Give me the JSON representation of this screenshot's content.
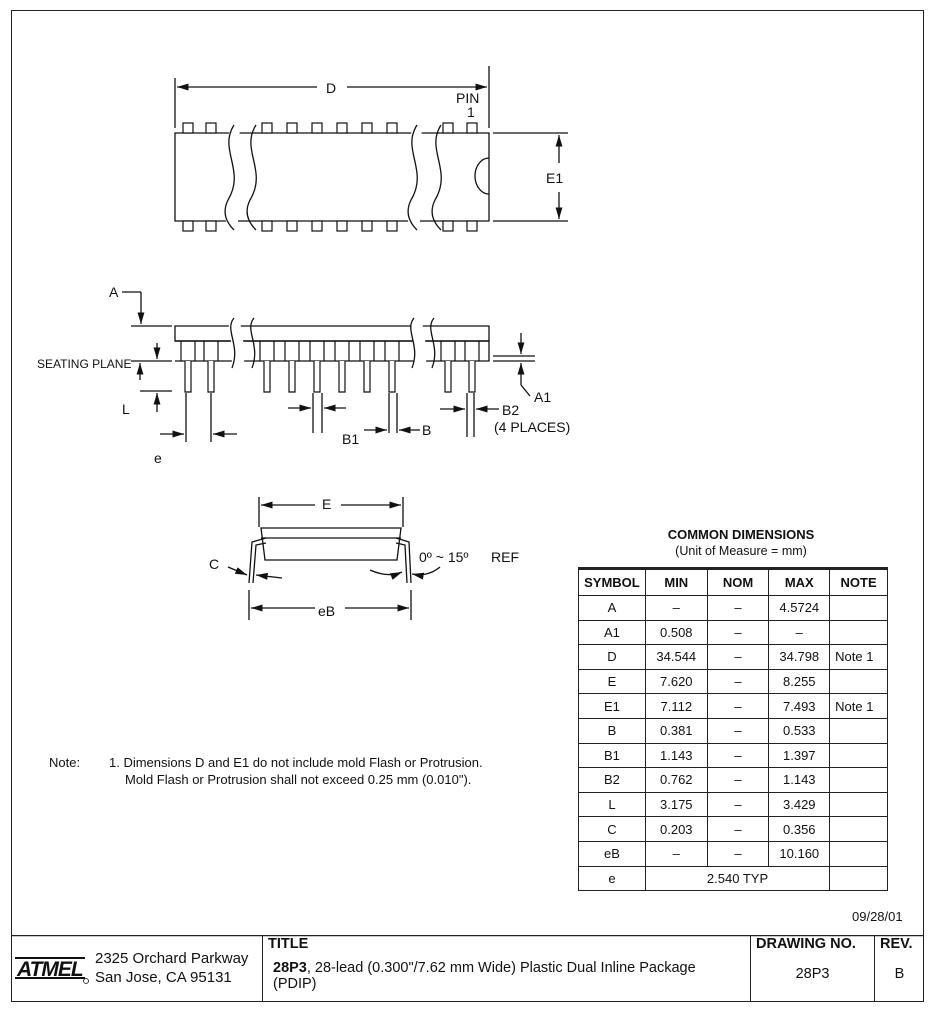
{
  "drawing": {
    "top_view": {
      "label_D": "D",
      "label_pin": "PIN",
      "label_pin_num": "1",
      "label_E1": "E1"
    },
    "side_view": {
      "label_A": "A",
      "label_seating_plane": "SEATING PLANE",
      "label_L": "L",
      "label_e": "e",
      "label_B1": "B1",
      "label_B": "B",
      "label_A1": "A1",
      "label_B2": "B2",
      "label_4_places": "(4 PLACES)"
    },
    "end_view": {
      "label_E": "E",
      "label_C": "C",
      "label_eB": "eB",
      "label_angle": "0º ~ 15º",
      "label_ref": "REF"
    }
  },
  "dimensions": {
    "title": "COMMON DIMENSIONS",
    "subtitle": "(Unit of Measure = mm)",
    "headers": [
      "SYMBOL",
      "MIN",
      "NOM",
      "MAX",
      "NOTE"
    ],
    "rows": [
      [
        "A",
        "–",
        "–",
        "4.5724",
        ""
      ],
      [
        "A1",
        "0.508",
        "–",
        "–",
        ""
      ],
      [
        "D",
        "34.544",
        "–",
        "34.798",
        "Note 1"
      ],
      [
        "E",
        "7.620",
        "–",
        "8.255",
        ""
      ],
      [
        "E1",
        "7.112",
        "–",
        "7.493",
        "Note 1"
      ],
      [
        "B",
        "0.381",
        "–",
        "0.533",
        ""
      ],
      [
        "B1",
        "1.143",
        "–",
        "1.397",
        ""
      ],
      [
        "B2",
        "0.762",
        "–",
        "1.143",
        ""
      ],
      [
        "L",
        "3.175",
        "–",
        "3.429",
        ""
      ],
      [
        "C",
        "0.203",
        "–",
        "0.356",
        ""
      ],
      [
        "eB",
        "–",
        "–",
        "10.160",
        ""
      ]
    ],
    "last_row": {
      "symbol": "e",
      "value": "2.540 TYP",
      "note": ""
    }
  },
  "note": {
    "label": "Note:",
    "line1": "1. Dimensions D and E1 do not include mold Flash or Protrusion.",
    "line2": "Mold Flash or Protrusion shall not exceed 0.25 mm (0.010\")."
  },
  "date": "09/28/01",
  "title_block": {
    "logo_text": "ATMEL",
    "address_line1": "2325 Orchard Parkway",
    "address_line2": "San Jose, CA  95131",
    "title_header": "TITLE",
    "title_bold": "28P3",
    "title_rest": ", 28-lead (0.300\"/7.62 mm Wide) Plastic Dual Inline Package (PDIP)",
    "drawing_no_header": "DRAWING NO.",
    "drawing_no": "28P3",
    "rev_header": "REV.",
    "rev": "B"
  }
}
